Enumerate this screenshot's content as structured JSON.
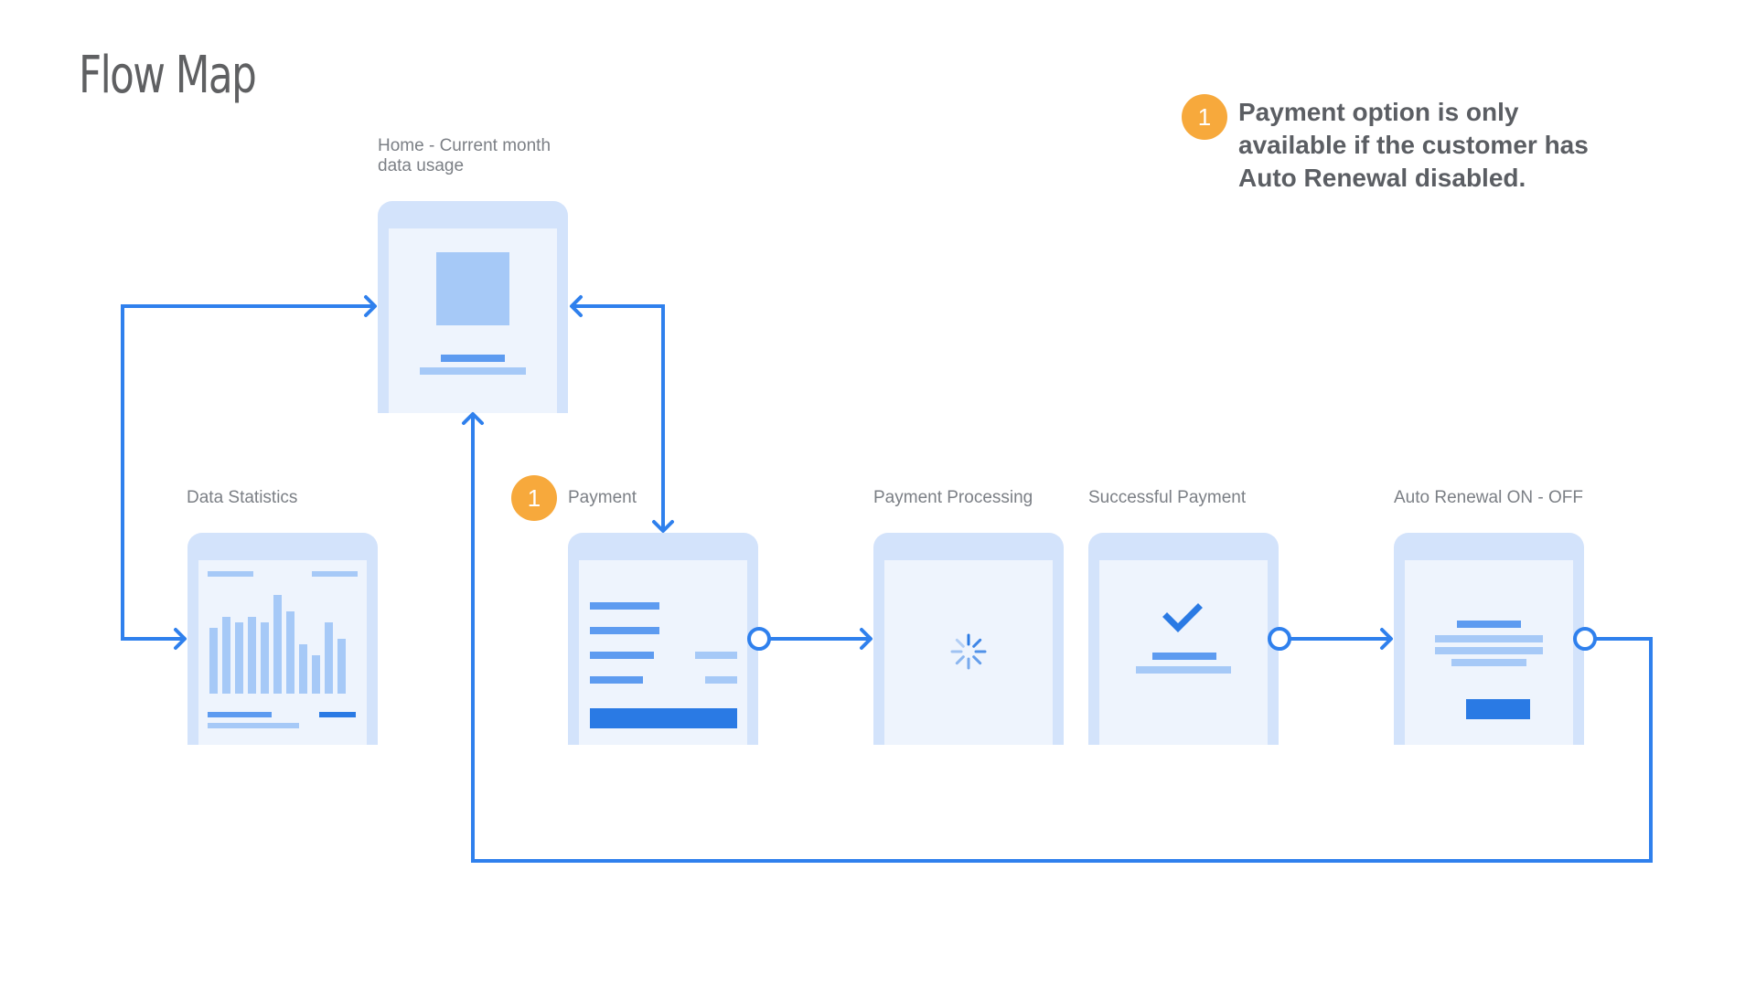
{
  "title": "Flow Map",
  "note": {
    "badge": "1",
    "text": "Payment option is only available if the customer has Auto Renewal disabled."
  },
  "screens": {
    "home": {
      "label": "Home - Current month data usage"
    },
    "data_statistics": {
      "label": "Data Statistics"
    },
    "payment": {
      "label": "Payment",
      "badge": "1"
    },
    "payment_processing": {
      "label": "Payment Processing"
    },
    "successful_payment": {
      "label": "Successful Payment"
    },
    "auto_renewal": {
      "label": "Auto Renewal ON - OFF"
    }
  },
  "colors": {
    "flow_line": "#2f80ed",
    "badge": "#f7a93c",
    "screen_frame": "#d3e3fb",
    "screen_bg": "#eef4fd",
    "placeholder_light": "#a6c9f7",
    "placeholder_dark": "#2a7ae4"
  },
  "icons": {
    "processing": "spinner-icon",
    "success": "checkmark-icon"
  }
}
